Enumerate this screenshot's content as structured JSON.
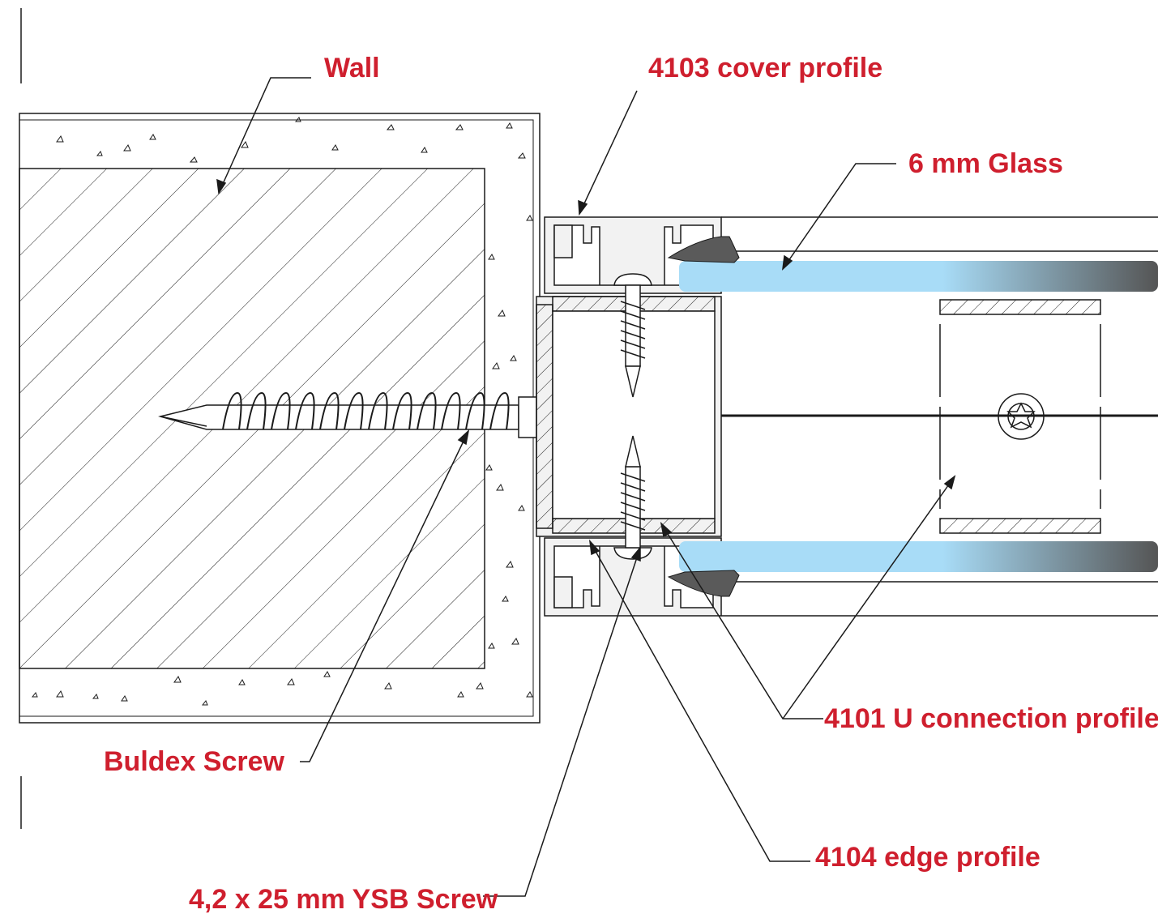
{
  "labels": {
    "wall": "Wall",
    "cover_profile": "4103 cover profile",
    "glass": "6 mm Glass",
    "u_profile": "4101 U connection profile",
    "buldex_screw": "Buldex Screw",
    "edge_profile": "4104 edge profile",
    "ysb_screw": "4,2 x 25 mm YSB Screw"
  },
  "colors": {
    "label_text": "#cf1f2e",
    "line": "#1a1a1a",
    "profile_fill": "#f2f2f2",
    "gasket": "#5a5a5a",
    "glass_light": "#a8dcf7",
    "glass_dark": "#555555",
    "background": "#ffffff"
  }
}
